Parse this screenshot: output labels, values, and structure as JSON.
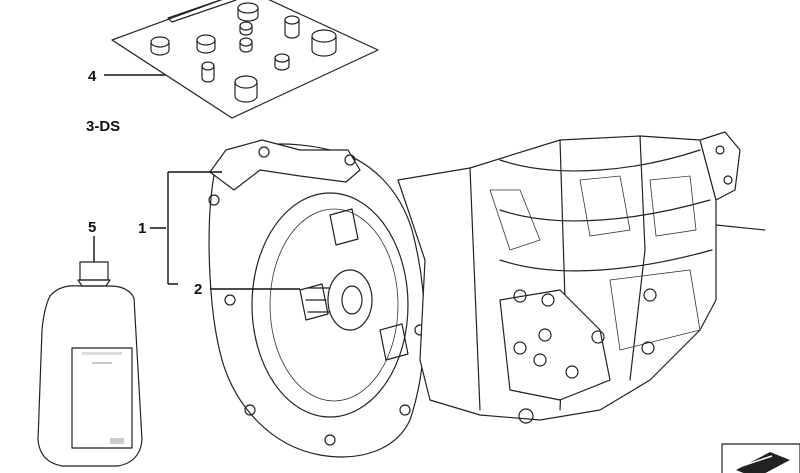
{
  "callouts": {
    "part_1": "1",
    "part_2": "2",
    "part_4": "4",
    "part_5": "5",
    "group": "3-DS"
  },
  "colors": {
    "ink": "#222222",
    "bottle_body": "#e4e4e4",
    "bottle_label": "#6a6a6a",
    "background": "#ffffff"
  },
  "icons": {
    "corner_badge": "arrow-badge-icon"
  }
}
